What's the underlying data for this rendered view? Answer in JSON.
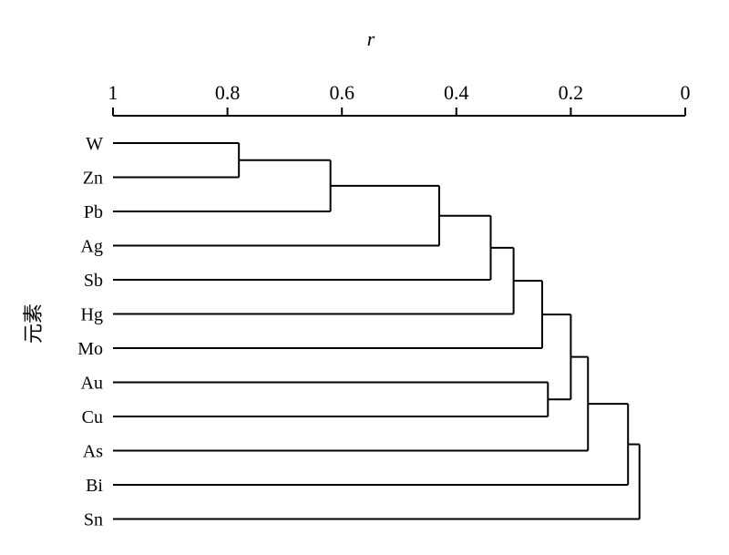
{
  "chart_data": {
    "type": "dendrogram",
    "title": "",
    "xlabel": "r",
    "ylabel": "元素",
    "xlim": [
      1,
      0
    ],
    "x_ticks": [
      1,
      0.8,
      0.6,
      0.4,
      0.2,
      0
    ],
    "x_tick_labels": [
      "1",
      "0.8",
      "0.6",
      "0.4",
      "0.2",
      "0"
    ],
    "leaves": [
      "W",
      "Zn",
      "Pb",
      "Ag",
      "Sb",
      "Hg",
      "Mo",
      "Au",
      "Cu",
      "As",
      "Bi",
      "Sn"
    ],
    "merges": [
      {
        "a": "W",
        "b": "Zn",
        "r": 0.78
      },
      {
        "a": "W+Zn",
        "b": "Pb",
        "r": 0.62
      },
      {
        "a": "W+Zn+Pb",
        "b": "Ag",
        "r": 0.43
      },
      {
        "a": "W+Zn+Pb+Ag",
        "b": "Sb",
        "r": 0.34
      },
      {
        "a": "W…Sb",
        "b": "Hg",
        "r": 0.3
      },
      {
        "a": "W…Hg",
        "b": "Mo",
        "r": 0.25
      },
      {
        "a": "Au",
        "b": "Cu",
        "r": 0.24
      },
      {
        "a": "W…Mo",
        "b": "Au+Cu",
        "r": 0.2
      },
      {
        "a": "W…Cu",
        "b": "As",
        "r": 0.17
      },
      {
        "a": "W…As",
        "b": "Bi",
        "r": 0.1
      },
      {
        "a": "W…Bi",
        "b": "Sn",
        "r": 0.08
      }
    ]
  }
}
